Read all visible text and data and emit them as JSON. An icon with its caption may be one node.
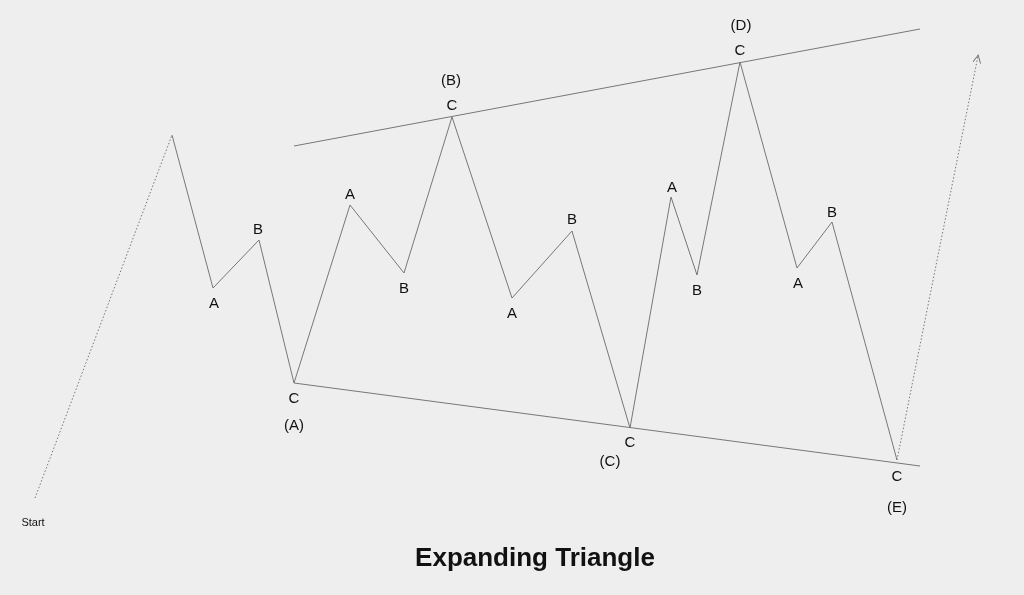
{
  "diagram": {
    "title": "Expanding Triangle",
    "labels": [
      "Start",
      "A",
      "B",
      "C",
      "(A)",
      "A",
      "B",
      "(B)",
      "C",
      "A",
      "B",
      "C",
      "(C)",
      "A",
      "B",
      "(D)",
      "C",
      "A",
      "B",
      "C",
      "(E)"
    ]
  }
}
